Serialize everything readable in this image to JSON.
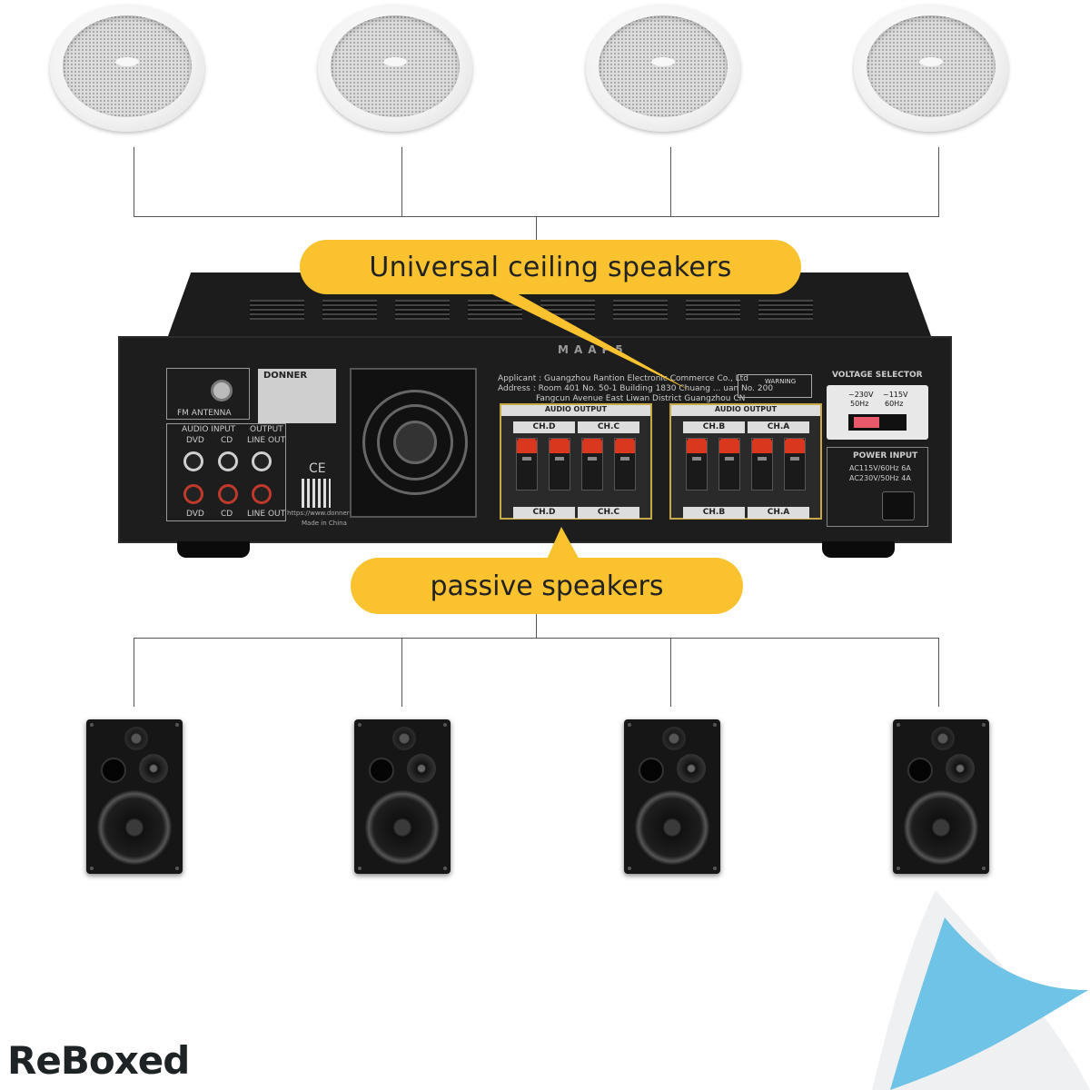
{
  "callouts": {
    "ceiling": "Universal ceiling speakers",
    "passive": "passive speakers"
  },
  "amplifier": {
    "model_mark": "MAAP5",
    "brand_plate": "DONNER",
    "fm_antenna": "FM ANTENNA",
    "audio_input": "AUDIO INPUT",
    "output": "OUTPUT",
    "dvd": "DVD",
    "cd": "CD",
    "line_out": "LINE OUT",
    "applicant": "Applicant : Guangzhou Rantion Electronic Commerce Co., Ltd",
    "address": "Address : Room 401 No. 50-1 Building 1830 Chuang ... uan No. 200",
    "address2": "Fangcun Avenue East Liwan District Guangzhou CN",
    "audio_output": "AUDIO OUTPUT",
    "channels": [
      "CH.D",
      "CH.C",
      "CH.B",
      "CH.A"
    ],
    "voltage_selector": "VOLTAGE SELECTOR",
    "volt_230": "~230V",
    "hz_50": "50Hz",
    "volt_115": "~115V",
    "hz_60": "60Hz",
    "power_input": "POWER INPUT",
    "power_ac115": "AC115V/60Hz 6A",
    "power_ac230": "AC230V/50Hz 4A",
    "warning": "WARNING",
    "website": "https://www.donnerdeal.com",
    "made_in": "Made in China",
    "ce": "CE"
  },
  "logo": "ReBoxed",
  "colors": {
    "callout": "#f9c22e",
    "corner_blue": "#6ec3e6",
    "amp_body": "#1d1d1d"
  }
}
